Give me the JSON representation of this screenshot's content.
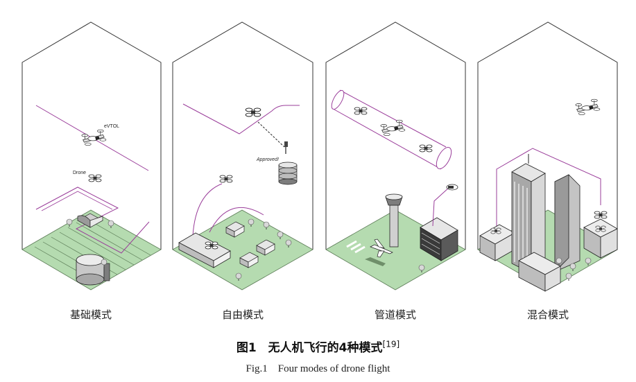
{
  "panels": [
    {
      "label": "基础模式",
      "annotations": {
        "evtol": "eVTOL",
        "drone": "Drone"
      }
    },
    {
      "label": "自由模式",
      "annotations": {
        "approved": "Approved!"
      }
    },
    {
      "label": "管道模式"
    },
    {
      "label": "混合模式"
    }
  ],
  "caption": {
    "cn_main": "图1　无人机飞行的4种模式",
    "cn_ref": "[19]",
    "en": "Fig.1　Four modes of drone flight"
  },
  "colors": {
    "ground": "#b5dbb0",
    "ground_line": "#5a7a55",
    "flight_path": "#9a3d9a",
    "building_light": "#e6e6e6",
    "building_mid": "#bdbdbd",
    "building_dark": "#7d7d7d",
    "dark_block": "#3a3a3a",
    "outline": "#222222"
  }
}
